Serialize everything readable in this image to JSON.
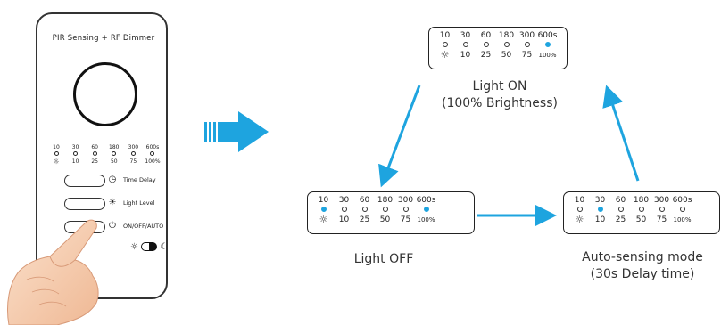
{
  "remote": {
    "title": "PIR Sensing + RF Dimmer",
    "times": [
      "10",
      "30",
      "60",
      "180",
      "300",
      "600s"
    ],
    "levels": [
      "10",
      "25",
      "50",
      "75",
      "100%"
    ],
    "buttons": [
      {
        "label": "Time Delay",
        "icon": "clock-icon"
      },
      {
        "label": "Light Level",
        "icon": "brightness-icon"
      },
      {
        "label": "ON/OFF/AUTO",
        "icon": "power-icon"
      }
    ]
  },
  "scale": {
    "times": [
      "10",
      "30",
      "60",
      "180",
      "300",
      "600s"
    ],
    "levels": [
      "10",
      "25",
      "50",
      "75",
      "100%"
    ]
  },
  "states": [
    {
      "id": "light-on",
      "caption_lines": [
        "Light ON",
        "(100% Brightness)"
      ],
      "time_dot": -1,
      "level_dot": 4
    },
    {
      "id": "light-off",
      "caption_lines": [
        "Light OFF"
      ],
      "time_dot": 0,
      "level_dot": 4
    },
    {
      "id": "auto-sensing",
      "caption_lines": [
        "Auto-sensing mode",
        "(30s Delay time)"
      ],
      "time_dot": 1,
      "level_dot": -1
    }
  ],
  "colors": {
    "accent": "#1ea4df",
    "line": "#222222"
  }
}
